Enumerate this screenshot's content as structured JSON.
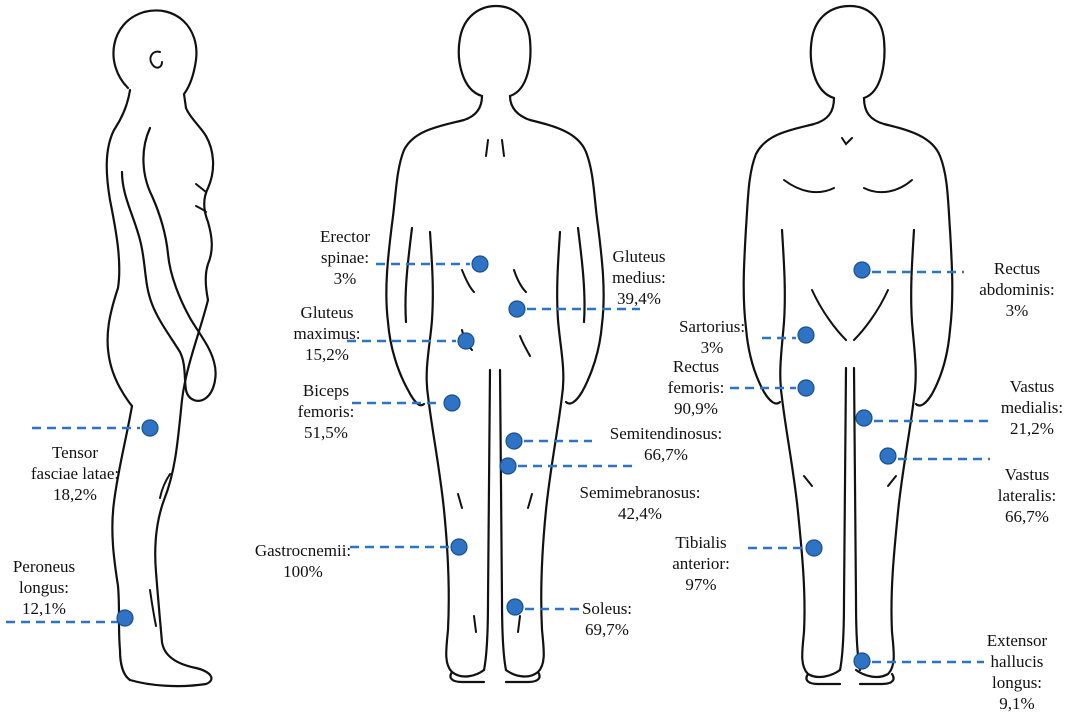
{
  "colors": {
    "marker": "#2f73c5",
    "leader": "#2f73c5",
    "outline": "#111111"
  },
  "views": [
    {
      "view": "side",
      "muscles": [
        {
          "lines": [
            "Tensor",
            "fasciae latae:",
            "18,2%"
          ],
          "name": "Tensor fasciae latae",
          "percent": 18.2
        },
        {
          "lines": [
            "Peroneus",
            "longus:",
            "12,1%"
          ],
          "name": "Peroneus longus",
          "percent": 12.1
        }
      ]
    },
    {
      "view": "back",
      "muscles": [
        {
          "lines": [
            "Erector",
            "spinae:",
            "3%"
          ],
          "name": "Erector spinae",
          "percent": 3
        },
        {
          "lines": [
            "Gluteus",
            "medius:",
            "39,4%"
          ],
          "name": "Gluteus medius",
          "percent": 39.4
        },
        {
          "lines": [
            "Gluteus",
            "maximus:",
            "15,2%"
          ],
          "name": "Gluteus maximus",
          "percent": 15.2
        },
        {
          "lines": [
            "Biceps",
            "femoris:",
            "51,5%"
          ],
          "name": "Biceps femoris",
          "percent": 51.5
        },
        {
          "lines": [
            "Semitendinosus:",
            "66,7%"
          ],
          "name": "Semitendinosus",
          "percent": 66.7
        },
        {
          "lines": [
            "Semimebranosus:",
            "42,4%"
          ],
          "name": "Semimebranosus",
          "percent": 42.4
        },
        {
          "lines": [
            "Gastrocnemii:",
            "100%"
          ],
          "name": "Gastrocnemii",
          "percent": 100
        },
        {
          "lines": [
            "Soleus:",
            "69,7%"
          ],
          "name": "Soleus",
          "percent": 69.7
        }
      ]
    },
    {
      "view": "front",
      "muscles": [
        {
          "lines": [
            "Rectus",
            "abdominis:",
            "3%"
          ],
          "name": "Rectus abdominis",
          "percent": 3
        },
        {
          "lines": [
            "Sartorius:",
            "3%"
          ],
          "name": "Sartorius",
          "percent": 3
        },
        {
          "lines": [
            "Rectus",
            "femoris:",
            "90,9%"
          ],
          "name": "Rectus femoris",
          "percent": 90.9
        },
        {
          "lines": [
            "Vastus",
            "medialis:",
            "21,2%"
          ],
          "name": "Vastus medialis",
          "percent": 21.2
        },
        {
          "lines": [
            "Vastus",
            "lateralis:",
            "66,7%"
          ],
          "name": "Vastus lateralis",
          "percent": 66.7
        },
        {
          "lines": [
            "Tibialis",
            "anterior:",
            "97%"
          ],
          "name": "Tibialis anterior",
          "percent": 97
        },
        {
          "lines": [
            "Extensor",
            "hallucis",
            "longus:",
            "9,1%"
          ],
          "name": "Extensor hallucis longus",
          "percent": 9.1
        }
      ]
    }
  ]
}
